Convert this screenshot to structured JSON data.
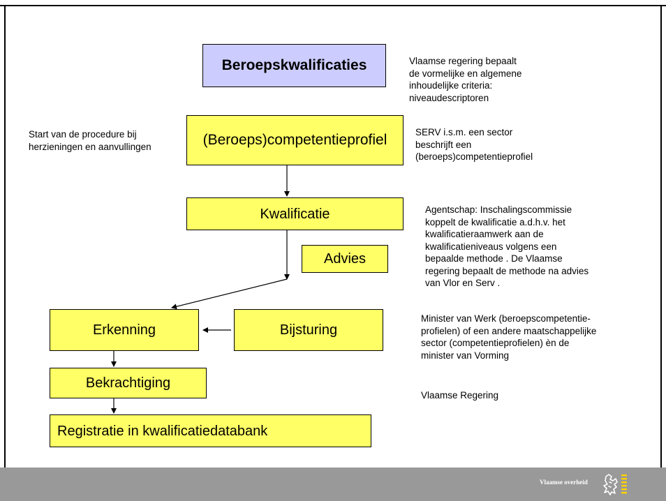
{
  "boxes": {
    "beroepskwalificaties": "Beroepskwalificaties",
    "competentieprofiel": "(Beroeps)competentieprofiel",
    "kwalificatie": "Kwalificatie",
    "advies": "Advies",
    "erkenning": "Erkenning",
    "bijsturing": "Bijsturing",
    "bekrachtiging": "Bekrachtiging",
    "registratie": "Registratie in kwalificatiedatabank"
  },
  "notes": {
    "vlaamse_regering_criteria": "Vlaamse regering bepaalt\nde vormelijke en algemene\ninhoudelijke criteria:\nniveaudescriptoren",
    "start_procedure": "Start van de procedure bij\nherzieningen en aanvullingen",
    "serv": "SERV i.s.m. een sector\nbeschrijft een\n(beroeps)competentieprofiel",
    "agentschap": "Agentschap: Inschalingscommissie\nkoppelt de kwalificatie a.d.h.v. het\nkwalificatieraamwerk aan de\nkwalificatieniveaus volgens een\nbepaalde methode . De Vlaamse\nregering bepaalt de methode na advies\nvan Vlor en Serv .",
    "minister_werk": "Minister van Werk (beroepscompetentie-\nprofielen) of een andere maatschappelijke\nsector (competentieprofielen) èn de\nminister van Vorming",
    "vlaamse_regering": "Vlaamse Regering"
  },
  "footer": {
    "brand": "Vlaamse overheid"
  },
  "colors": {
    "box_fill": "#ffff66",
    "title_fill": "#ccccff",
    "footer": "#999999"
  },
  "icons": {
    "logo": "flemish-lion-icon"
  }
}
